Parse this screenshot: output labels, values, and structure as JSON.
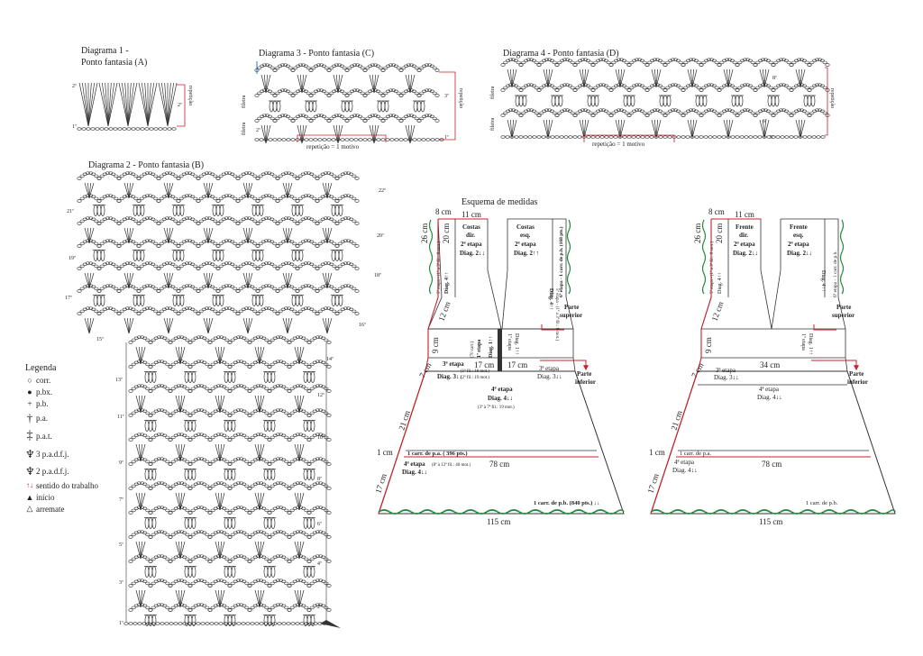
{
  "diagrams": {
    "d1": {
      "title_line1": "Diagrama 1 -",
      "title_line2": "Ponto fantasia (A)",
      "rows": [
        "1ª",
        "2ª"
      ],
      "repeat_label": "repetição",
      "rep_row": "2ª"
    },
    "d2": {
      "title": "Diagrama 2 - Ponto fantasia (B)",
      "right_rows": [
        "2ª",
        "4ª",
        "6ª",
        "8ª",
        "10ª",
        "12ª",
        "14ª",
        "16ª",
        "18ª",
        "20ª",
        "22ª"
      ],
      "left_rows": [
        "1ª",
        "3ª",
        "5ª",
        "7ª",
        "9ª",
        "11ª",
        "13ª",
        "15ª",
        "17ª",
        "19ª",
        "21ª"
      ]
    },
    "d3": {
      "title": "Diagrama 3 - Ponto fantasia (C)",
      "rows": [
        "1ª",
        "2ª",
        "3ª"
      ],
      "repeat_label": "repetição",
      "motif": "repetição = 1 motivo",
      "side_a": "fileira",
      "side_b": "fileira"
    },
    "d4": {
      "title": "Diagrama 4 - Ponto fantasia (D)",
      "rows": [
        "5ª",
        "6ª",
        "7ª",
        "8ª"
      ],
      "repeat_label": "repetição",
      "motif": "repetição = 1 motivo",
      "side_a": "fileira",
      "side_b": "fileira"
    }
  },
  "legend": {
    "title": "Legenda",
    "items": [
      {
        "icon": "chain-icon",
        "glyph": "○",
        "label": "corr."
      },
      {
        "icon": "slip-stitch-icon",
        "glyph": "●",
        "label": "p.bx."
      },
      {
        "icon": "single-crochet-icon",
        "glyph": "+",
        "label": "p.b."
      },
      {
        "icon": "double-crochet-icon",
        "glyph": "†",
        "label": "p.a."
      },
      {
        "icon": "treble-crochet-icon",
        "glyph": "‡",
        "label": "p.a.t."
      },
      {
        "icon": "cluster3-icon",
        "glyph": "♆",
        "label": "3 p.a.d.f.j."
      },
      {
        "icon": "cluster2-icon",
        "glyph": "♆",
        "label": "2 p.a.d.f.j."
      },
      {
        "icon": "direction-arrows-icon",
        "glyph": "↑↓",
        "label": "sentido do trabalho"
      },
      {
        "icon": "start-marker-icon",
        "glyph": "▲",
        "label": "início"
      },
      {
        "icon": "finish-marker-icon",
        "glyph": "△",
        "label": "arremate"
      }
    ]
  },
  "schema": {
    "title": "Esquema de medidas",
    "back": {
      "m_8cm": "8 cm",
      "m_11cm": "11 cm",
      "m_26cm": "26 cm",
      "m_20cm": "20 cm",
      "m_12cm": "12 cm",
      "m_9cm": "9 cm",
      "m_7cm": "7 cm",
      "m_17cm_a": "17 cm",
      "m_17cm_b": "17 cm",
      "m_21cm": "21 cm",
      "m_1cm": "1 cm",
      "m_78cm": "78 cm",
      "m_17cm_c": "17 cm",
      "m_115cm": "115 cm",
      "costas_dir_1": "Costas",
      "costas_dir_2": "dir.",
      "etapa2_a": "2ª etapa",
      "diag2_a": "Diag. 2↓↓",
      "costas_esq_1": "Costas",
      "costas_esq_2": "esq.",
      "etapa2_b": "2ª etapa",
      "diag2_b": "Diag. 2↑↑",
      "etapa5_left": "5ª etapa - (1ª a 3ª fil.: 8 mot.)",
      "diag4_left": "Diag. 4↑↑",
      "etapa6_right": "6ª etapa - 1 carr. de p.b. (168 pts.)",
      "diag4_right": "Diag. 4↑↑",
      "etapa5_right2": "5ª etapa - (1ª a 3ª fil.: 8 mot.)",
      "carr_70": "(70 carr.)",
      "etapa1_a": "1ª etapa",
      "diag1_a": "Diag. 1↑↑",
      "etapa1_b": "1ª etapa",
      "diag1_b": "Diag. 1↑↑",
      "parte_superior_1": "Parte",
      "parte_superior_2": "superior",
      "etapa3_a": "3ª etapa",
      "etapa3_note": "(1ª fil.: 18 mot.)",
      "etapa3_note2": "(2ª fil.: 19 mot.)",
      "diag3_a": "Diag. 3↓↓",
      "etapa3_b": "3ª etapa",
      "diag3_b": "Diag. 3↓↓",
      "parte_inferior_1": "Parte",
      "parte_inferior_2": "inferior",
      "etapa4_a": "4ª etapa",
      "diag4_a": "Diag. 4↓↓",
      "etapa4_note": "(3ª à 7ª fil.: 19 mot.)",
      "carr_pa": "1 carr. de p.a. ( 396 pts.)",
      "etapa4_b": "4ª etapa",
      "etapa4_b_note": "(8ª à 12ª fil.: 40 mot.)",
      "diag4_b": "Diag. 4↓↓",
      "carr_pb": "1 carr. de p.b. (840 pts.) ↓↓"
    },
    "front": {
      "m_8cm": "8 cm",
      "m_11cm": "11 cm",
      "m_26cm": "26 cm",
      "m_20cm": "20 cm",
      "m_12cm": "12 cm",
      "m_9cm": "9 cm",
      "m_7cm": "7 cm",
      "m_34cm": "34 cm",
      "m_21cm": "21 cm",
      "m_1cm": "1 cm",
      "m_78cm": "78 cm",
      "m_17cm": "17 cm",
      "m_115cm": "115 cm",
      "frente_dir_1": "Frente",
      "frente_dir_2": "dir.",
      "etapa2_a": "2ª etapa",
      "diag2_a": "Diag. 2↓↓",
      "frente_esq_1": "Frente",
      "frente_esq_2": "esq.",
      "etapa2_b": "2ª etapa",
      "diag2_b": "Diag. 2↓↓",
      "etapa5_left": "5ª etapa - (1ª a 3ª fil.: 8 mot.)",
      "diag4_left": "Diag. 4↑↑",
      "etapa6_right": "6ª etapa - 1 carr. de p.b.",
      "diag4_right": "Diag. 4↑↑",
      "etapa1": "1ª etapa",
      "diag1": "Diag. 1↑↑",
      "parte_superior_1": "Parte",
      "parte_superior_2": "superior",
      "etapa3": "3ª etapa",
      "diag3": "Diag. 3↓↓",
      "parte_inferior_1": "Parte",
      "parte_inferior_2": "inferior",
      "etapa4_a": "4ª etapa",
      "diag4_a": "Diag. 4↓↓",
      "carr_pa": "1 carr. de p.a.",
      "etapa4_b": "4ª etapa",
      "diag4_b": "Diag. 4↓↓",
      "carr_pb": "1 carr. de p.b."
    }
  },
  "colors": {
    "red": "#c8202a",
    "green": "#1f8a3a",
    "blue": "#2a7fc0",
    "line": "#333333"
  }
}
